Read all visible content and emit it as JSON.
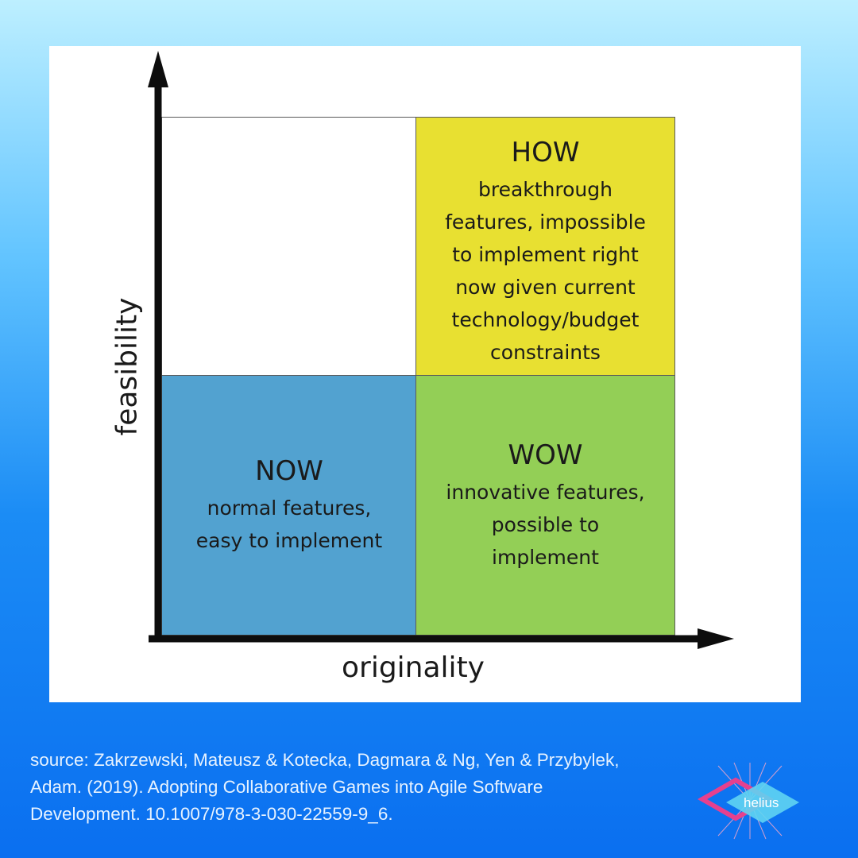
{
  "diagram": {
    "x_axis_label": "originality",
    "y_axis_label": "feasibility",
    "quadrants": [
      {
        "id": "how",
        "title": "HOW",
        "description": "breakthrough\nfeatures, impossible\nto implement right\nnow given current\ntechnology/budget\nconstraints",
        "color": "#e8e031"
      },
      {
        "id": "now",
        "title": "NOW",
        "description": "normal features,\neasy to implement",
        "color": "#52a2d0"
      },
      {
        "id": "wow",
        "title": "WOW",
        "description": "innovative features,\npossible to\nimplement",
        "color": "#93cf56"
      }
    ]
  },
  "source": "source: Zakrzewski, Mateusz & Kotecka, Dagmara & Ng, Yen & Przybylek,\nAdam. (2019). Adopting Collaborative Games into Agile Software\nDevelopment. 10.1007/978-3-030-22559-9_6.",
  "logo": {
    "text": "helius",
    "icon": "helius-diamond-logo"
  }
}
